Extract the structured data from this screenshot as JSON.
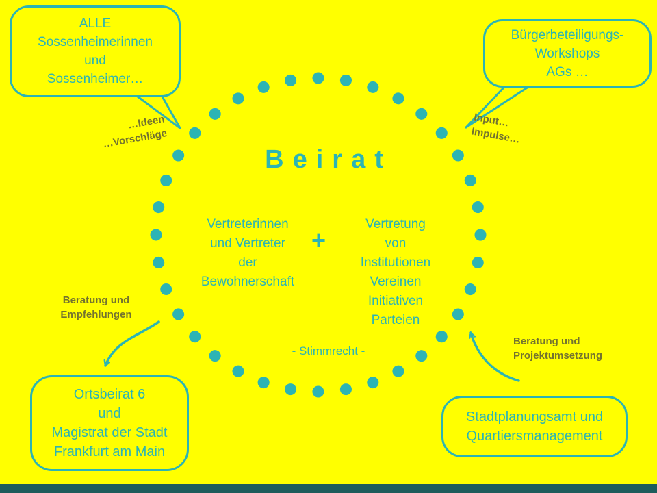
{
  "colors": {
    "background": "#ffff00",
    "teal": "#2cb4b4",
    "olive": "#73732f",
    "footer": "#1e5c5c"
  },
  "center": {
    "title": "Beirat",
    "plus": "+",
    "footnote": "- Stimmrecht -",
    "left_group": {
      "lines": [
        "Vertreterinnen",
        "und Vertreter",
        "der",
        "Bewohnerschaft"
      ]
    },
    "right_group": {
      "lines": [
        "Vertretung",
        "von",
        "Institutionen",
        "Vereinen",
        "Initiativen",
        "Parteien"
      ]
    }
  },
  "bubbles": {
    "top_left": {
      "lines": [
        "ALLE",
        "Sossenheimerinnen",
        "und",
        "Sossenheimer…"
      ]
    },
    "top_right": {
      "lines": [
        "Bürgerbeteiligungs-",
        "Workshops",
        "AGs …"
      ]
    },
    "bottom_left": {
      "lines": [
        "Ortsbeirat 6",
        "und",
        "Magistrat der Stadt",
        "Frankfurt am Main"
      ]
    },
    "bottom_right": {
      "lines": [
        "Stadtplanungsamt und",
        "Quartiersmanagement"
      ]
    }
  },
  "labels": {
    "ideas": {
      "lines": [
        "…Ideen",
        "…Vorschläge"
      ]
    },
    "input": {
      "lines": [
        "Input…",
        "Impulse…"
      ]
    },
    "advice_left": {
      "lines": [
        "Beratung und",
        "Empfehlungen"
      ]
    },
    "advice_right": {
      "lines": [
        "Beratung und",
        "Projektumsetzung"
      ]
    }
  }
}
